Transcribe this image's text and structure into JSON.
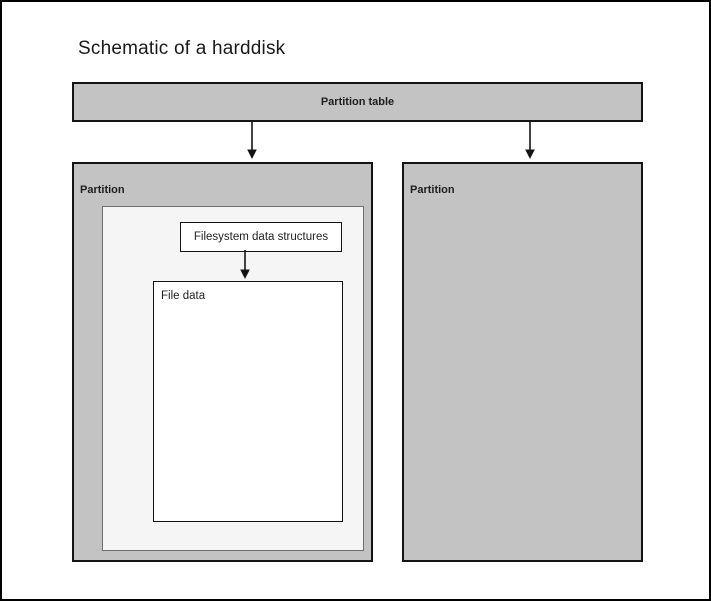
{
  "page": {
    "title": "Schematic of a harddisk"
  },
  "diagram": {
    "partition_table": {
      "label": "Partition table"
    },
    "partition_left": {
      "label": "Partition",
      "filesystem": {
        "label": "Filesystem data structures"
      },
      "file_data": {
        "label": "File data"
      }
    },
    "partition_right": {
      "label": "Partition"
    },
    "colors": {
      "partition_fill": "#c3c3c3",
      "filesystem_area_fill": "#f5f5f5",
      "inner_box_fill": "#ffffff",
      "border": "#141414",
      "text": "#1f1f1f"
    }
  }
}
